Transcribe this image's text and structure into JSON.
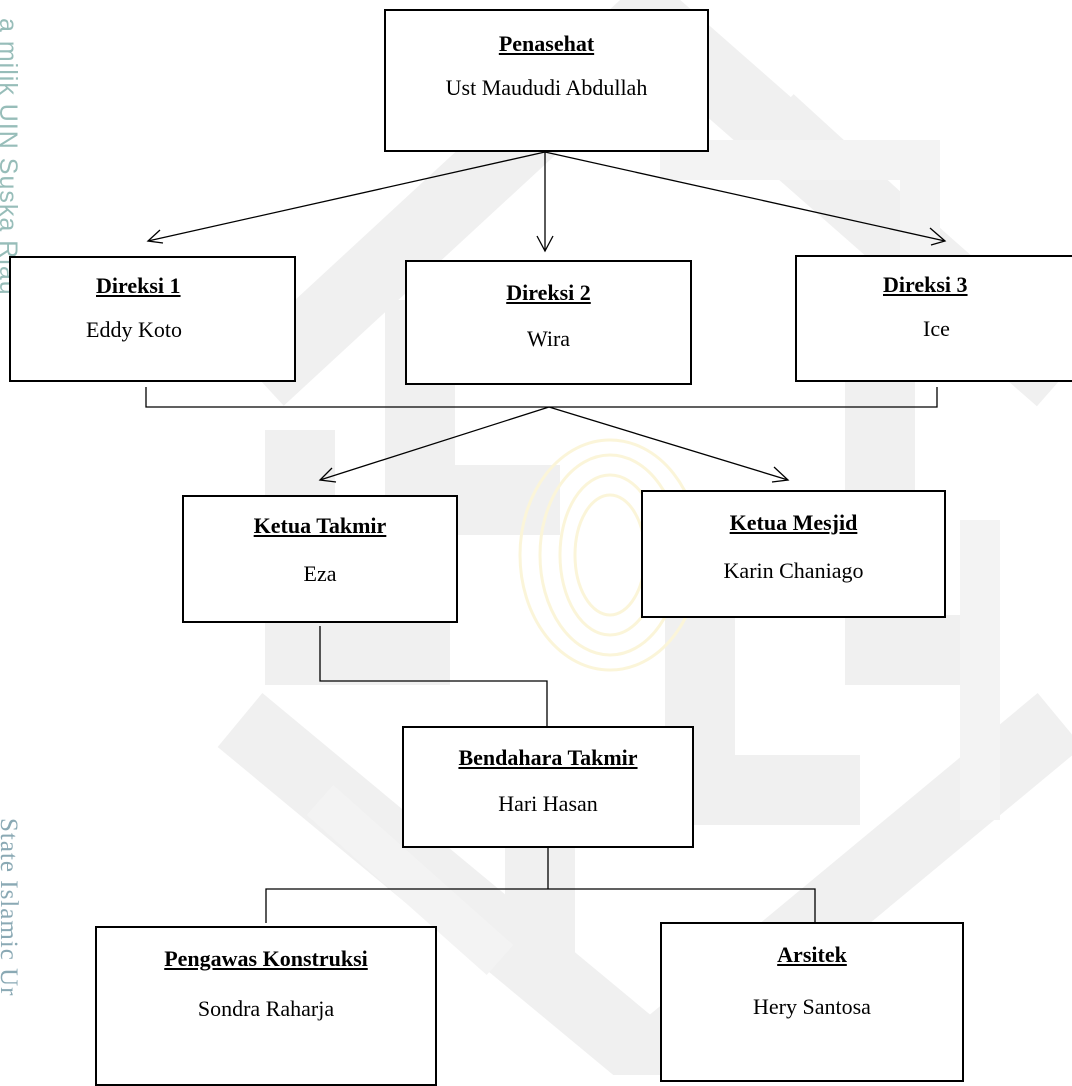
{
  "watermark": {
    "side_text_top": "a milik UIN Suska Riau",
    "side_text_bottom": "State Islamic Ur"
  },
  "org": {
    "penasehat": {
      "role": "Penasehat",
      "name": "Ust Maududi Abdullah"
    },
    "direksi_1": {
      "role": "Direksi 1",
      "name": "Eddy Koto"
    },
    "direksi_2": {
      "role": "Direksi 2",
      "name": "Wira"
    },
    "direksi_3": {
      "role": "Direksi 3",
      "name": "Ice"
    },
    "ketua_takmir": {
      "role": "Ketua Takmir",
      "name": "Eza"
    },
    "ketua_mesjid": {
      "role": "Ketua Mesjid",
      "name": "Karin Chaniago"
    },
    "bendahara_takmir": {
      "role": "Bendahara Takmir",
      "name": "Hari Hasan"
    },
    "pengawas_konstruksi": {
      "role": "Pengawas Konstruksi",
      "name": "Sondra Raharja"
    },
    "arsitek": {
      "role": "Arsitek",
      "name": "Hery Santosa"
    }
  },
  "colors": {
    "watermark_gray": "#f1f1f1",
    "watermark_yellow": "#fbf6dc",
    "side_text": "#8fb5b0"
  }
}
